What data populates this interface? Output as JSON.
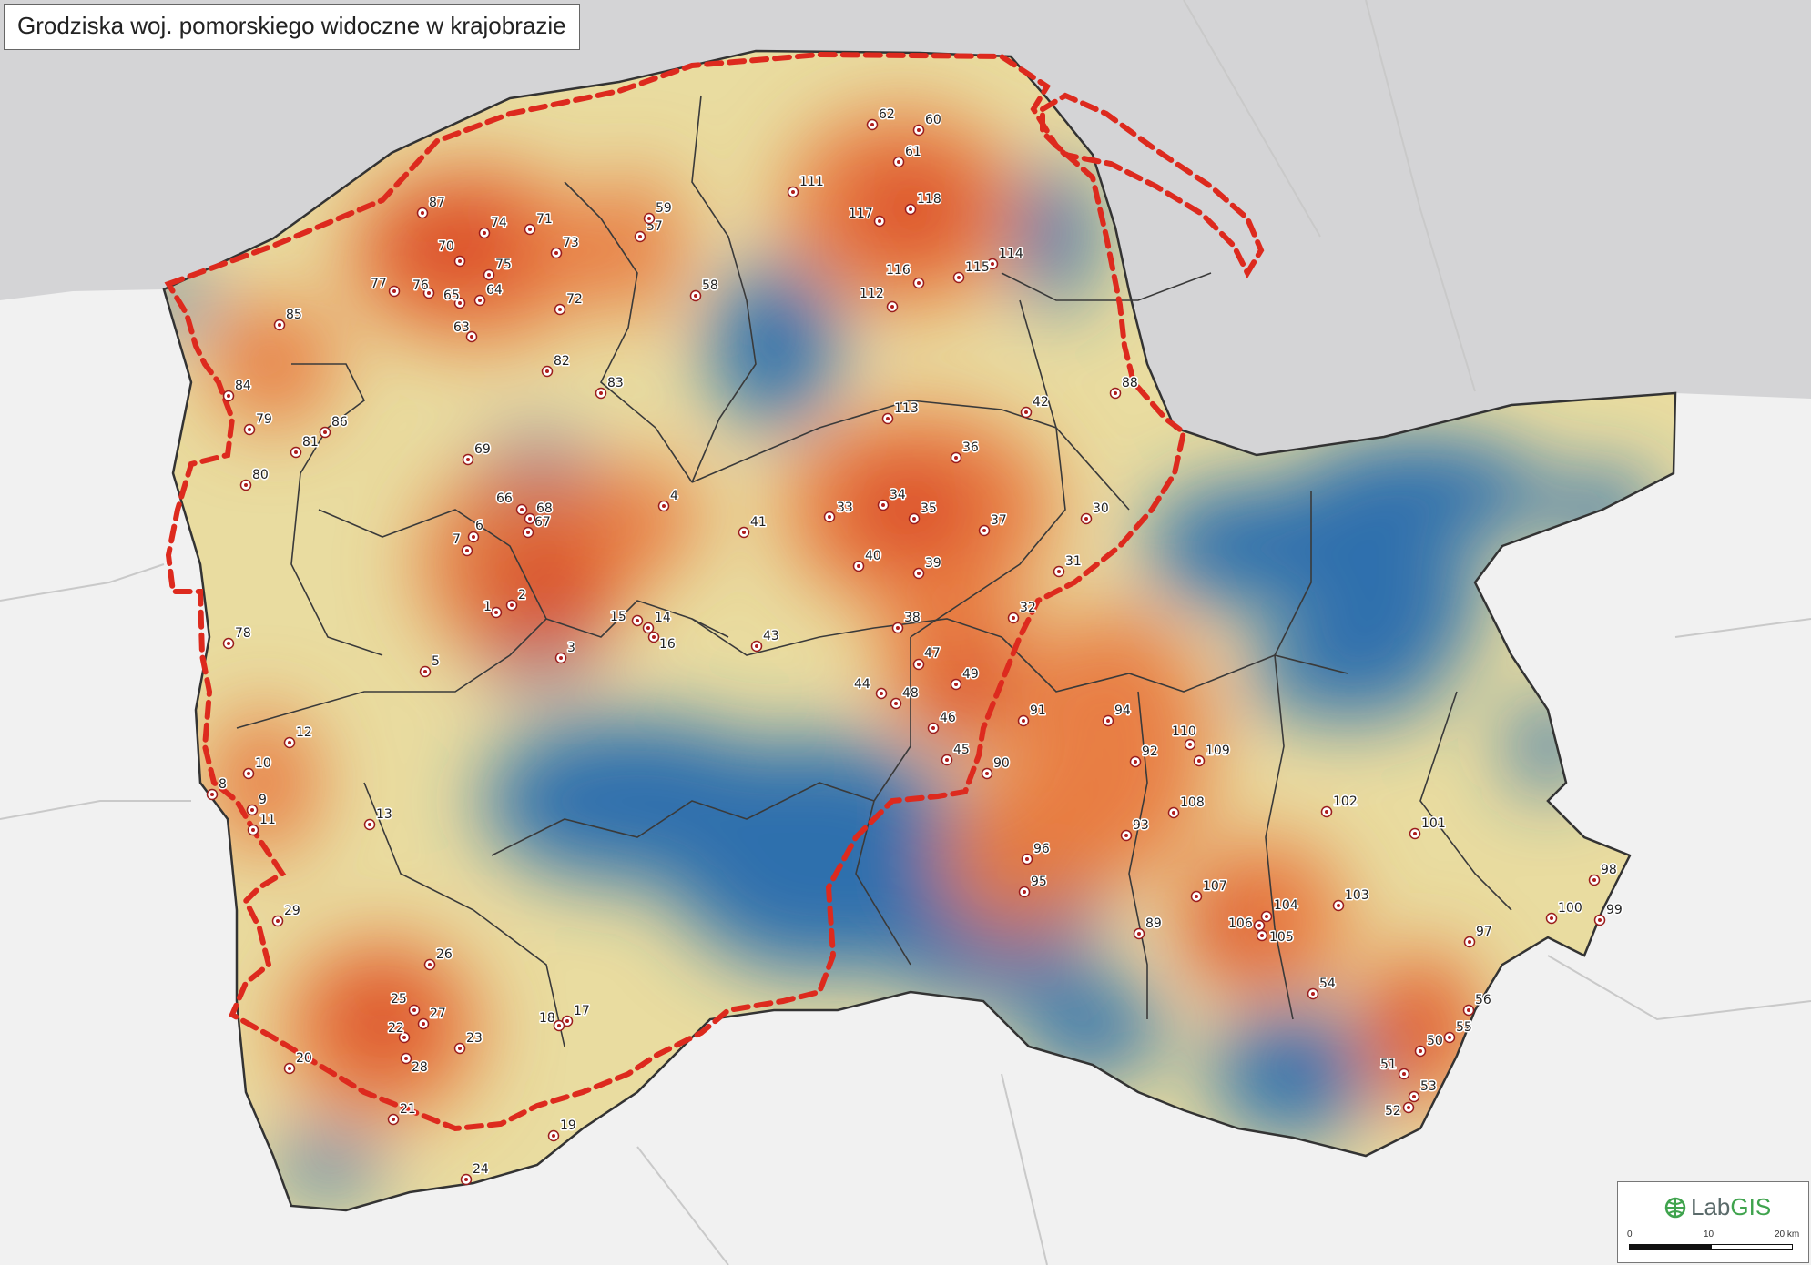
{
  "title": "Grodziska woj. pomorskiego widoczne w krajobrazie",
  "logo": {
    "lab": "Lab",
    "gis": "GIS",
    "icon": "globe-icon"
  },
  "scale": {
    "labels": [
      "0",
      "10",
      "20 km"
    ]
  },
  "colors": {
    "sea": "#d4d4d6",
    "land_outside": "#f1f1f1",
    "low_visibility": "#2e6fad",
    "mid_visibility": "#e9dca0",
    "high_visibility": "#d73a20",
    "highlight_boundary": "#dd2a1e",
    "logo_green": "#3fa34d"
  },
  "sites": [
    "1",
    "2",
    "3",
    "4",
    "5",
    "6",
    "7",
    "8",
    "9",
    "10",
    "11",
    "12",
    "13",
    "14",
    "15",
    "16",
    "17",
    "18",
    "19",
    "20",
    "21",
    "22",
    "23",
    "24",
    "25",
    "26",
    "27",
    "28",
    "29",
    "30",
    "31",
    "32",
    "33",
    "34",
    "35",
    "36",
    "37",
    "38",
    "39",
    "40",
    "41",
    "42",
    "43",
    "44",
    "45",
    "46",
    "47",
    "48",
    "49",
    "50",
    "51",
    "52",
    "53",
    "54",
    "55",
    "56",
    "57",
    "58",
    "59",
    "60",
    "61",
    "62",
    "63",
    "64",
    "65",
    "66",
    "67",
    "68",
    "69",
    "70",
    "71",
    "72",
    "73",
    "74",
    "75",
    "76",
    "77",
    "78",
    "79",
    "80",
    "81",
    "82",
    "83",
    "84",
    "85",
    "86",
    "87",
    "88",
    "89",
    "90",
    "91",
    "92",
    "93",
    "94",
    "95",
    "96",
    "97",
    "98",
    "99",
    "100",
    "101",
    "102",
    "103",
    "104",
    "105",
    "106",
    "107",
    "108",
    "109",
    "110",
    "111",
    "112",
    "113",
    "114",
    "115",
    "116",
    "117",
    "118"
  ]
}
